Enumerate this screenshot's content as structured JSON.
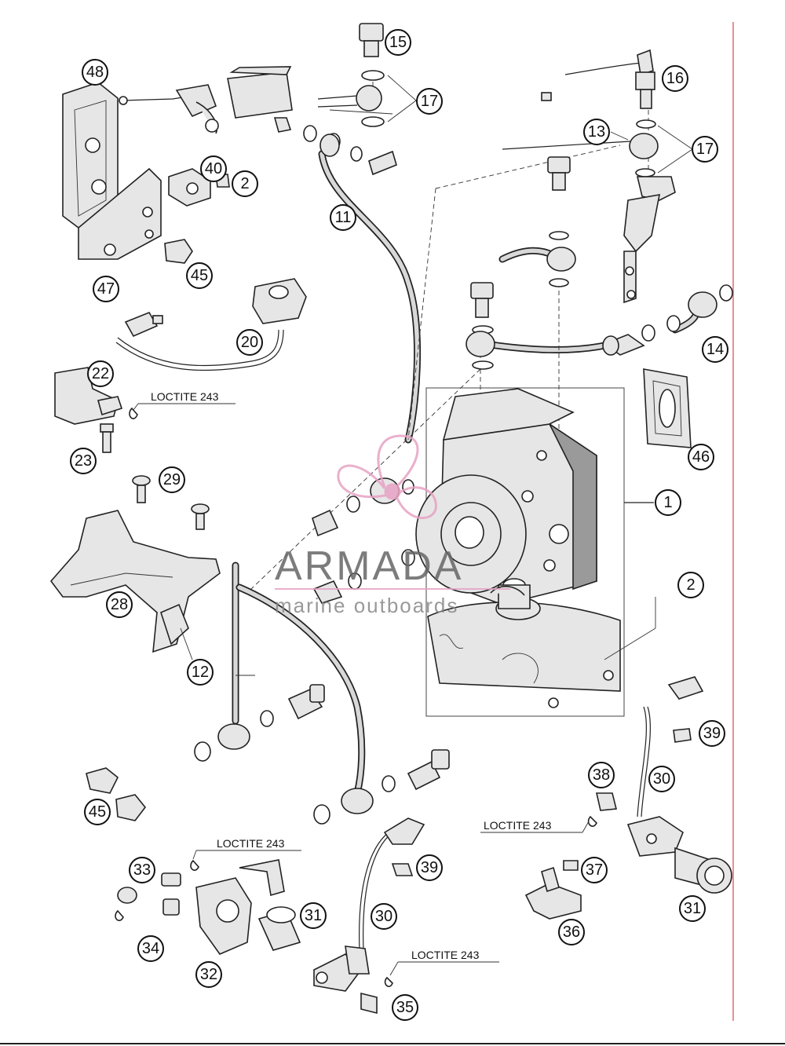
{
  "callouts": {
    "c1": "1",
    "c2a": "2",
    "c2b": "2",
    "c11": "11",
    "c12": "12",
    "c13": "13",
    "c14": "14",
    "c15": "15",
    "c16": "16",
    "c17a": "17",
    "c17b": "17",
    "c20": "20",
    "c22": "22",
    "c23": "23",
    "c28": "28",
    "c29": "29",
    "c30a": "30",
    "c30b": "30",
    "c31a": "31",
    "c31b": "31",
    "c32": "32",
    "c33": "33",
    "c34": "34",
    "c35": "35",
    "c36": "36",
    "c37": "37",
    "c38": "38",
    "c39a": "39",
    "c39b": "39",
    "c40": "40",
    "c45a": "45",
    "c45b": "45",
    "c46": "46",
    "c47": "47",
    "c48": "48"
  },
  "loctite": {
    "l1": "LOCTITE 243",
    "l2": "LOCTITE 243",
    "l3": "LOCTITE 243",
    "l4": "LOCTITE 243"
  },
  "watermark": {
    "brand": "ARMADA",
    "tagline": "marine outboards",
    "accent_color": "#e7a3c4"
  },
  "colors": {
    "margin_line": "#e46a6a"
  }
}
